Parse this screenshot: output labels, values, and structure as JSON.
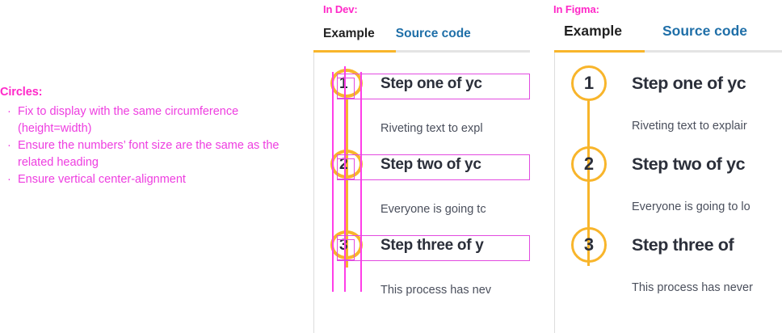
{
  "annotation": {
    "title": "Circles:",
    "bullet_glyph": "·",
    "color": "#EE3EE0",
    "title_color": "#FF28C8",
    "items": [
      "Fix to display with the same circumference (height=width)",
      "Ensure the numbers’ font size are the same as the related heading",
      "Ensure vertical center-alignment"
    ]
  },
  "dev_panel": {
    "label": "In Dev:",
    "tabs": [
      {
        "label": "Example",
        "active": true
      },
      {
        "label": "Source code",
        "active": false
      }
    ],
    "steps": [
      {
        "number": "1",
        "heading": "Step one of yc",
        "description": "Riveting text to expl"
      },
      {
        "number": "2",
        "heading": "Step two of yc",
        "description": "Everyone is going tc"
      },
      {
        "number": "3",
        "heading": "Step three of y",
        "description": "This process has nev"
      }
    ]
  },
  "figma_panel": {
    "label": "In Figma:",
    "tabs": [
      {
        "label": "Example",
        "active": true
      },
      {
        "label": "Source code",
        "active": false
      }
    ],
    "steps": [
      {
        "number": "1",
        "heading": "Step one of yc",
        "description": "Riveting text to explair"
      },
      {
        "number": "2",
        "heading": "Step two of yc",
        "description": "Everyone is going to lo"
      },
      {
        "number": "3",
        "heading": "Step three of",
        "description": "This process has never"
      }
    ]
  },
  "colors": {
    "accent_orange": "#F8B52B",
    "link_blue": "#1F6FA8",
    "annotation_magenta": "#FF28C8",
    "guide_magenta": "#FF3EE8",
    "text_dark": "#2B2F3A",
    "text_muted": "#4A4F5C",
    "divider_gray": "#DDDDDD"
  }
}
